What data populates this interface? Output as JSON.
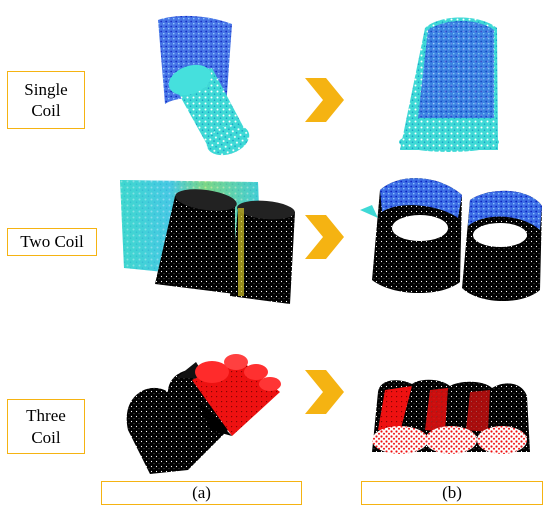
{
  "rows": [
    {
      "label": "Single\nCoil"
    },
    {
      "label": "Two Coil"
    },
    {
      "label": "Three\nCoil"
    }
  ],
  "captions": {
    "a": "(a)",
    "b": "(b)"
  },
  "colors": {
    "box_border": "#f5b312",
    "arrow": "#f5b312",
    "cyan_points": "#36d6d6",
    "blue_points": "#1a3fd6",
    "black_points": "#000000",
    "red_points": "#ee1111"
  }
}
